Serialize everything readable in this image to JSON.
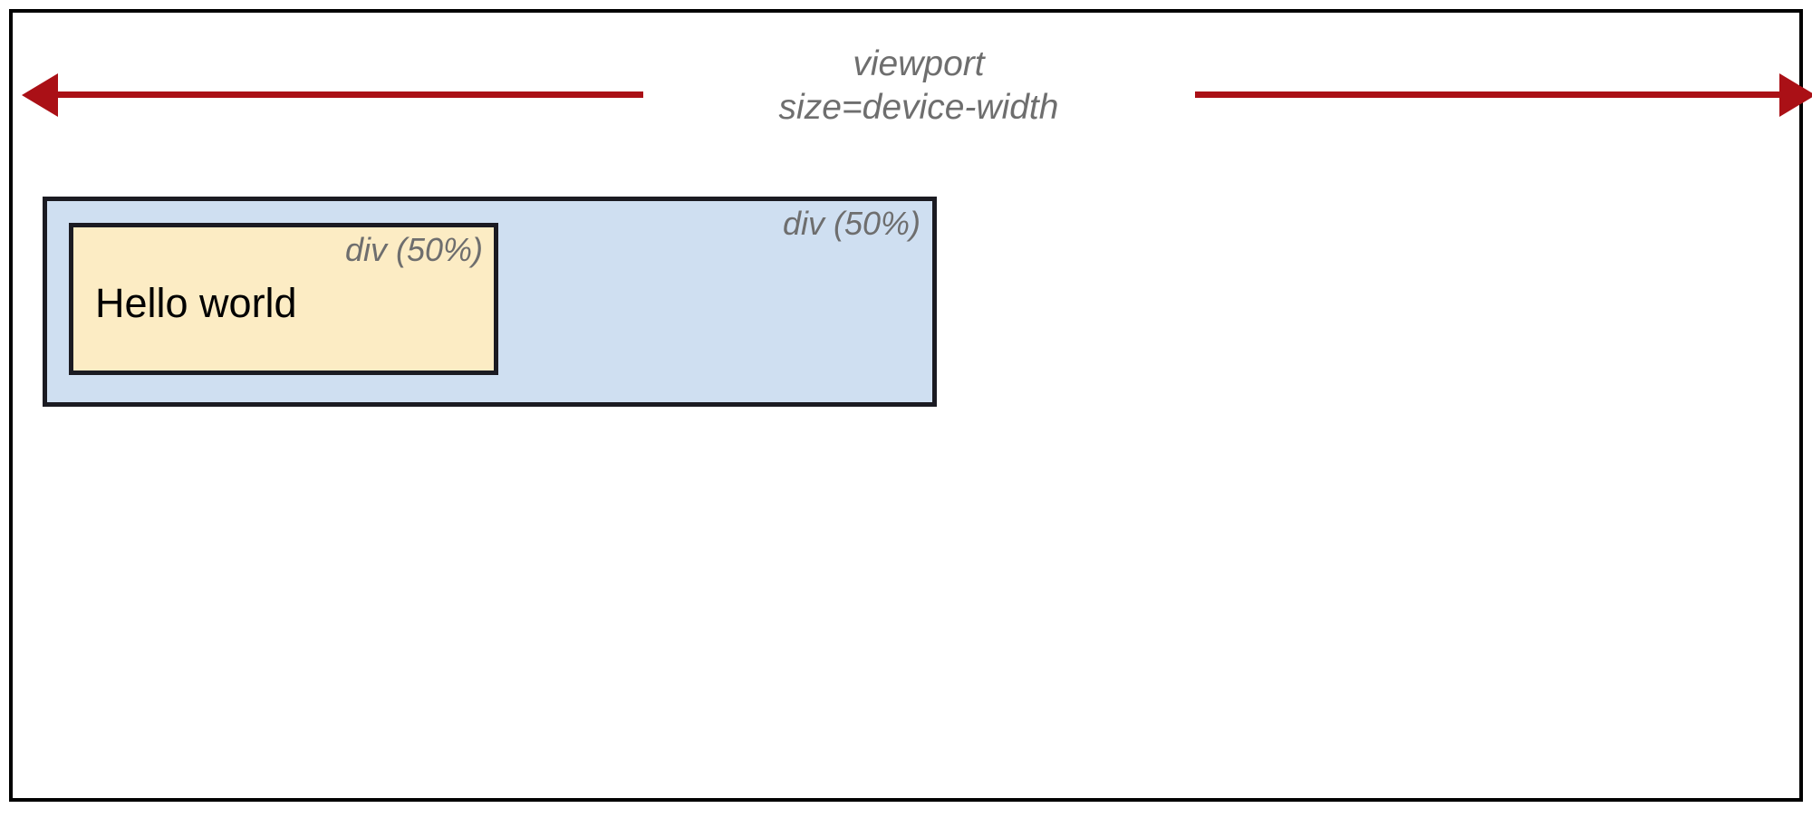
{
  "diagram": {
    "type": "viewport-box-diagram",
    "viewport": {
      "caption_line1": "viewport",
      "caption_line2": "size=device-width",
      "border_color": "#000000",
      "background": "#ffffff"
    },
    "arrow": {
      "name": "double-headed-width-arrow",
      "color": "#aa1016",
      "direction": "both",
      "left_head": "◀",
      "right_head": "▶"
    },
    "boxes": [
      {
        "label": "div (50%)",
        "fill": "#cfdff1",
        "border_color": "#1b1b22",
        "role": "outer-div"
      },
      {
        "label": "div (50%)",
        "fill": "#fcecc4",
        "border_color": "#1b1b22",
        "role": "inner-div",
        "content": "Hello world"
      }
    ]
  }
}
